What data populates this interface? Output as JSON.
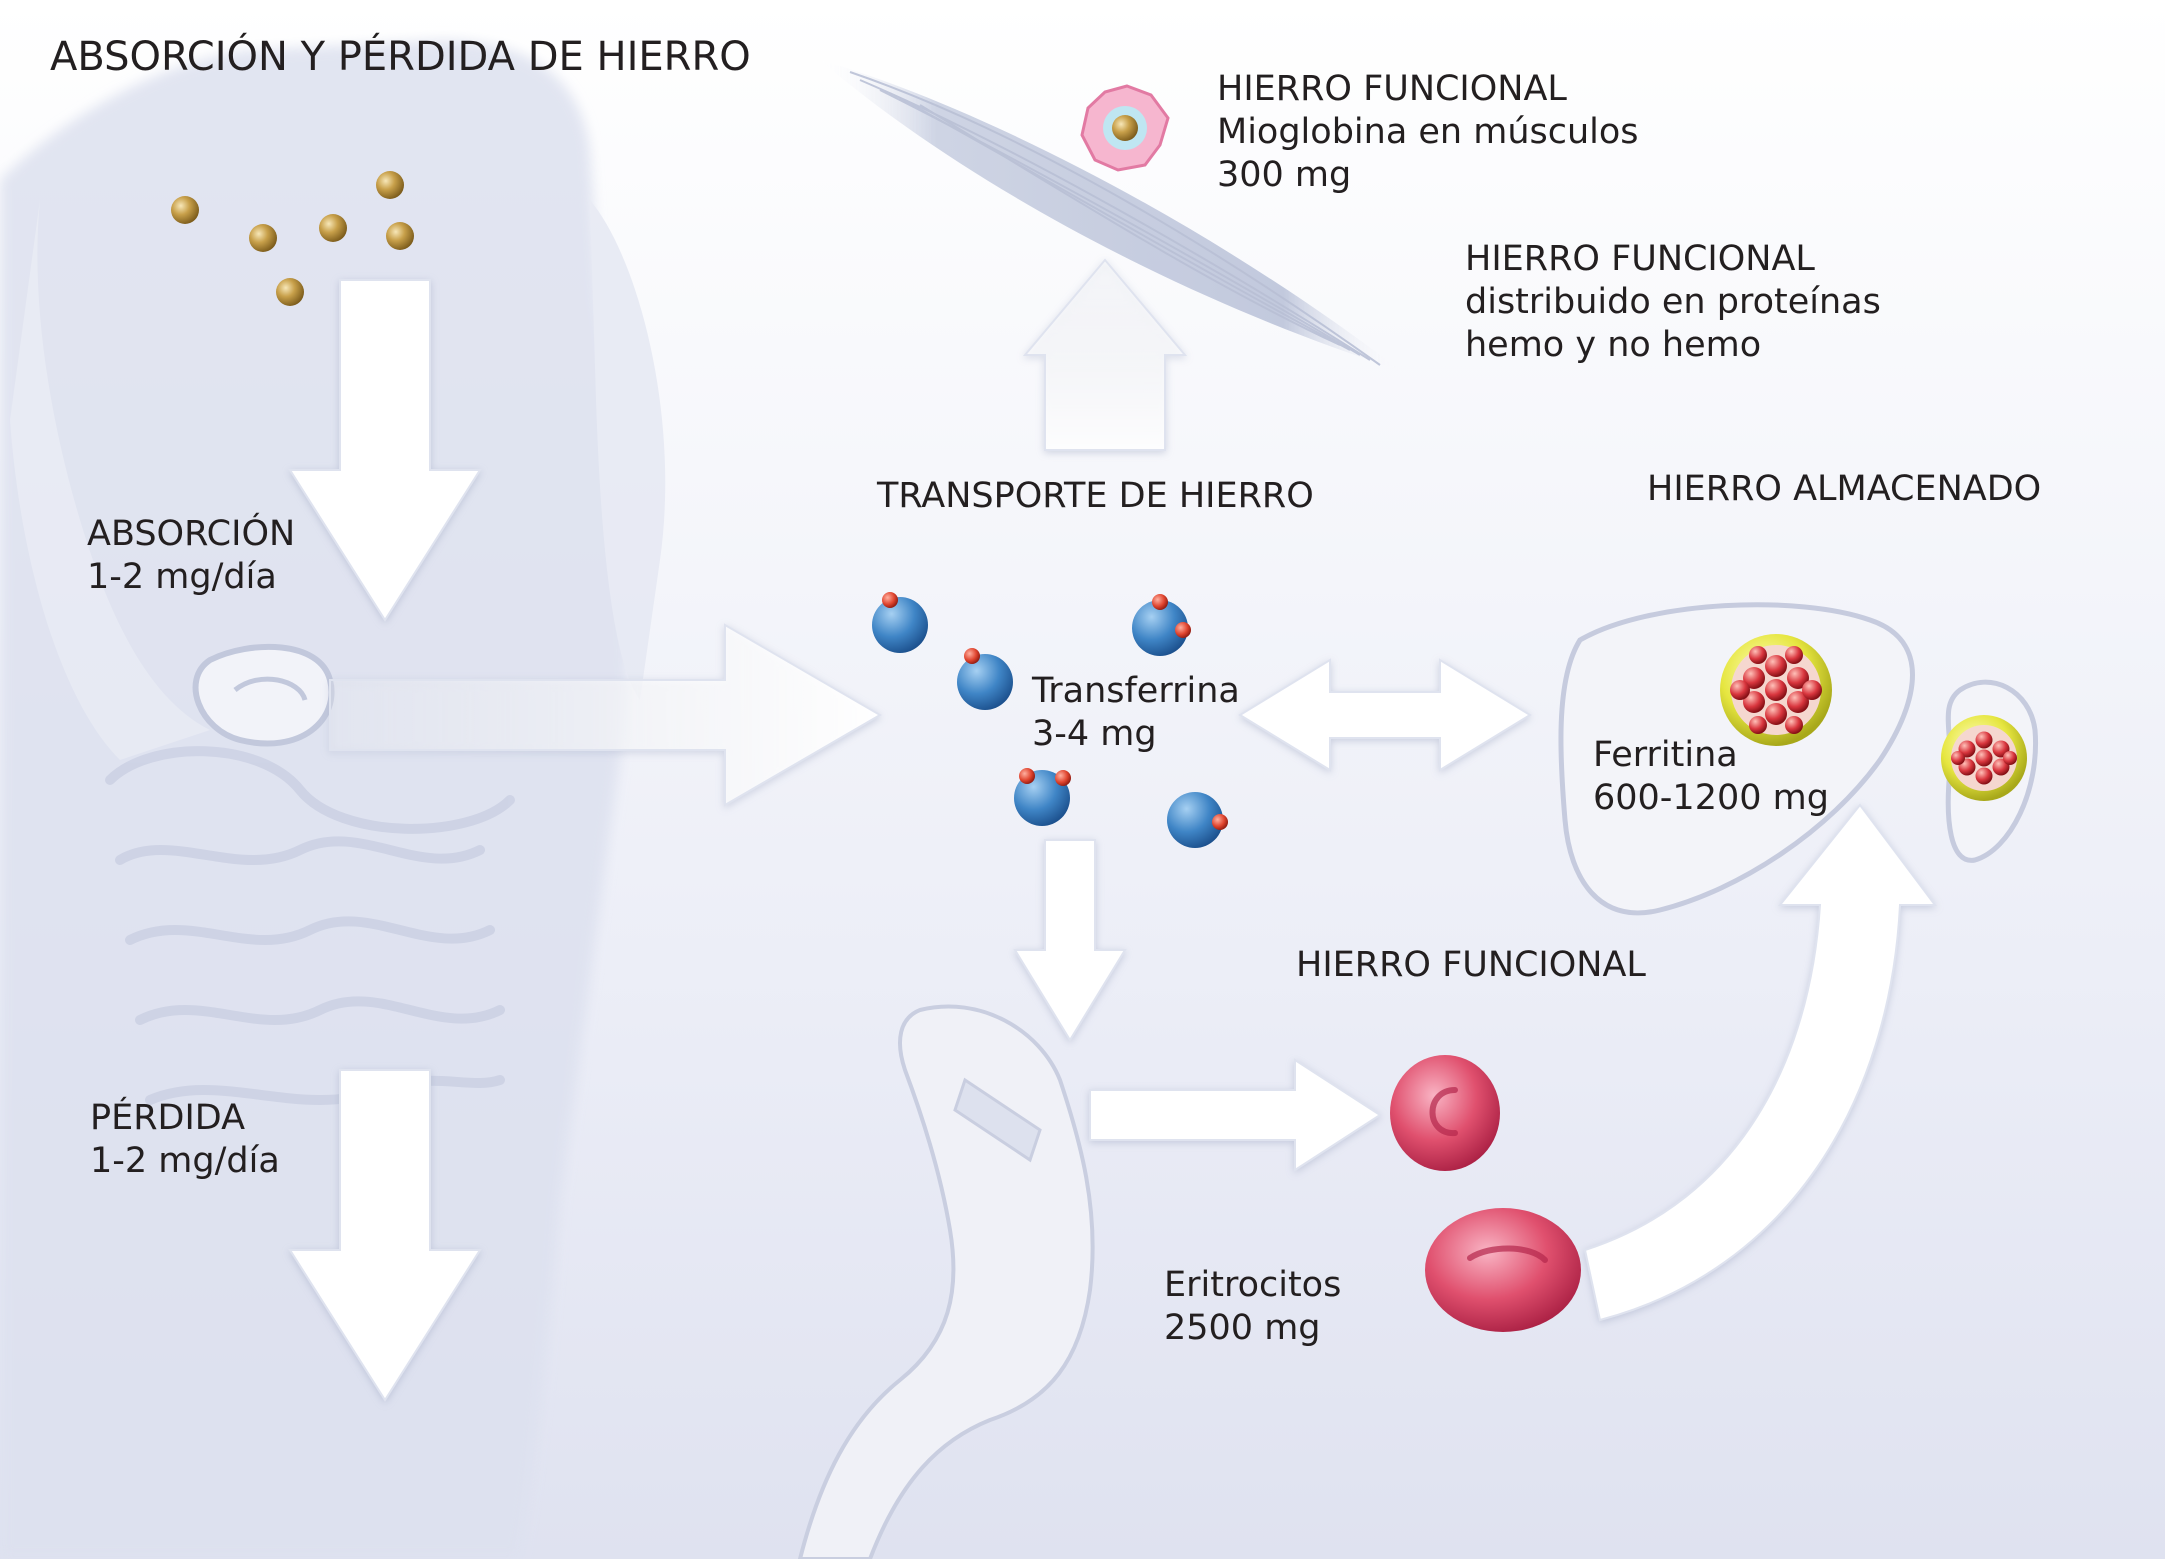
{
  "title": "ABSORCIÓN Y PÉRDIDA DE HIERRO",
  "absorcion": {
    "heading": "ABSORCIÓN",
    "value": "1-2 mg/día"
  },
  "perdida": {
    "heading": "PÉRDIDA",
    "value": "1-2 mg/día"
  },
  "mioglobina": {
    "heading": "HIERRO FUNCIONAL",
    "line1": "Mioglobina en músculos",
    "line2": "300 mg"
  },
  "proteinas": {
    "heading": "HIERRO FUNCIONAL",
    "line1": "distribuido en proteínas",
    "line2": "hemo y no hemo"
  },
  "transporte": {
    "heading": "TRANSPORTE DE HIERRO",
    "name": "Transferrina",
    "value": "3-4 mg"
  },
  "almacenado": {
    "heading": "HIERRO ALMACENADO",
    "name": "Ferritina",
    "value": "600-1200 mg"
  },
  "eritrocitos": {
    "heading": "HIERRO FUNCIONAL",
    "name": "Eritrocitos",
    "value": "2500 mg"
  },
  "colors": {
    "iron_particle": "#c8a04a",
    "transferrin": "#3f85c6",
    "iron_binding": "#e0452f",
    "erythrocyte": "#e0506e",
    "ferritin_core": "#d9363e",
    "ferritin_shell": "#e6e640",
    "body_silhouette": "#dde1ef",
    "arrow_fill": "#ffffff"
  }
}
